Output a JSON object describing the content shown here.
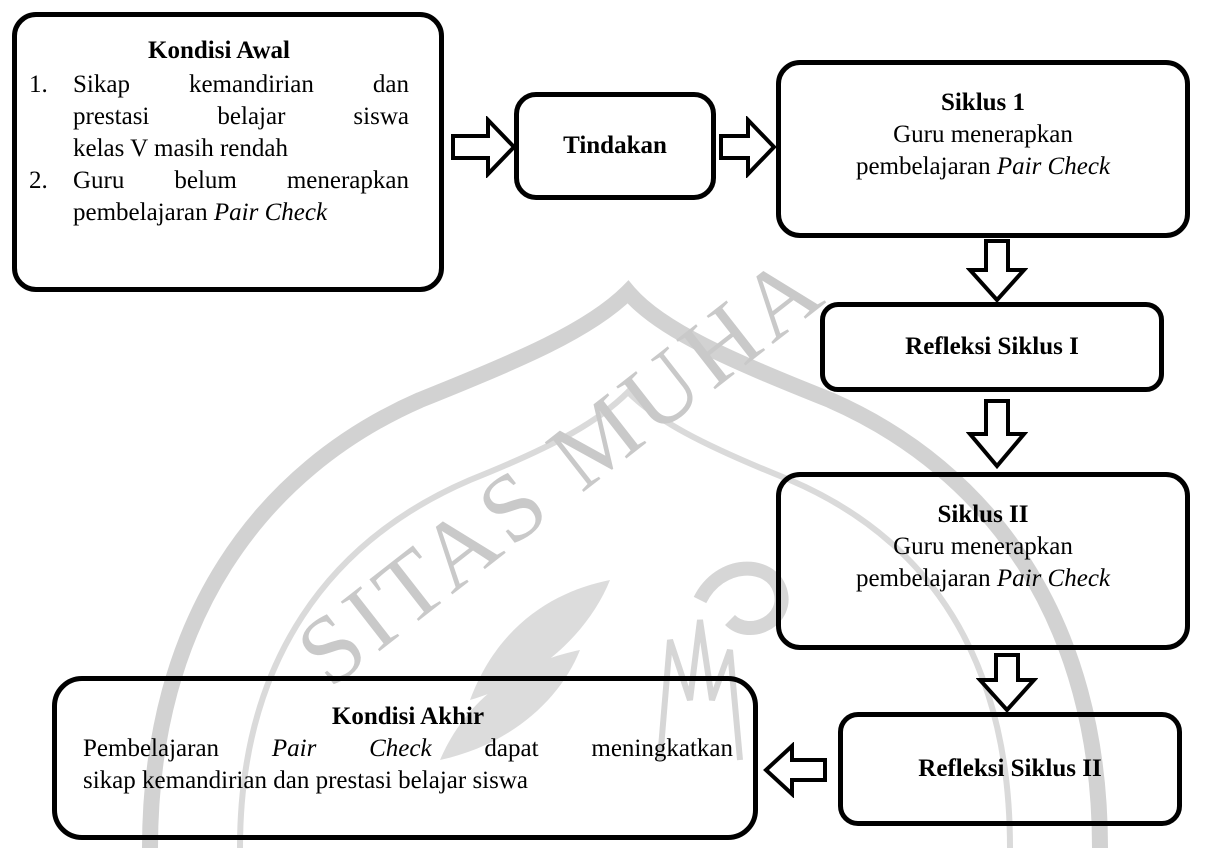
{
  "watermark": {
    "text": "SITAS MUHA",
    "color": "#c9c9c9"
  },
  "nodes": {
    "kondisi_awal": {
      "title": "Kondisi Awal",
      "items": [
        {
          "num": "1.",
          "line1": "Sikap kemandirian dan",
          "line2": "prestasi belajar siswa",
          "line3": "kelas V masih rendah"
        },
        {
          "num": "2.",
          "line1": "Guru belum menerapkan",
          "line2_prefix": "pembelajaran ",
          "line2_italic": "Pair Check"
        }
      ]
    },
    "tindakan": {
      "title": "Tindakan"
    },
    "siklus_1": {
      "title": "Siklus 1",
      "line1": "Guru menerapkan",
      "line2_prefix": "pembelajaran ",
      "line2_italic": "Pair Check"
    },
    "refleksi_1": {
      "title": "Refleksi Siklus I"
    },
    "siklus_2": {
      "title": "Siklus II",
      "line1": "Guru menerapkan",
      "line2_prefix": "pembelajaran ",
      "line2_italic": "Pair Check"
    },
    "refleksi_2": {
      "title": "Refleksi Siklus II"
    },
    "kondisi_akhir": {
      "title": "Kondisi Akhir",
      "line1_prefix": "Pembelajaran ",
      "line1_italic": "Pair Check",
      "line1_suffix": " dapat meningkatkan",
      "line2": "sikap kemandirian dan prestasi belajar  siswa"
    }
  },
  "edges": [
    {
      "from": "kondisi_awal",
      "to": "tindakan",
      "style": "hollow-arrow"
    },
    {
      "from": "tindakan",
      "to": "siklus_1",
      "style": "hollow-arrow"
    },
    {
      "from": "siklus_1",
      "to": "refleksi_1",
      "style": "hollow-arrow"
    },
    {
      "from": "refleksi_1",
      "to": "siklus_2",
      "style": "hollow-arrow"
    },
    {
      "from": "siklus_2",
      "to": "refleksi_2",
      "style": "hollow-arrow"
    },
    {
      "from": "refleksi_2",
      "to": "kondisi_akhir",
      "style": "hollow-arrow"
    }
  ]
}
